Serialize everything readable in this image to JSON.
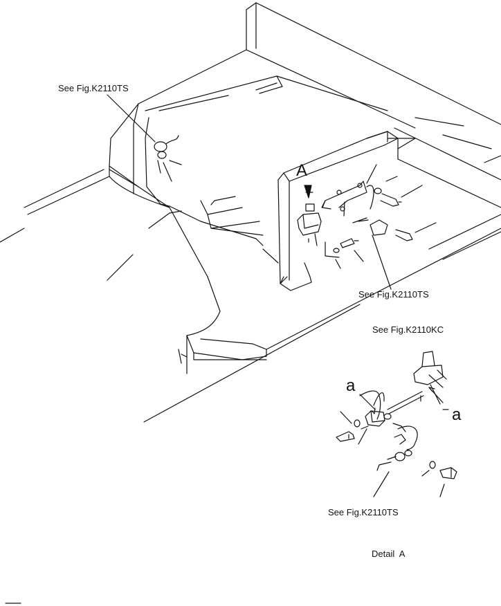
{
  "labels": {
    "see_top_left": "See Fig.K2110TS",
    "callout_A": "A",
    "see_middle": "See Fig.K2110TS",
    "see_kc": "See Fig.K2110KC",
    "label_a_left": "a",
    "label_a_right": "a",
    "see_bottom": "See Fig.K2110TS",
    "detail_caption": "Detail  A"
  },
  "colors": {
    "ink": "#111111",
    "paper": "#ffffff"
  }
}
